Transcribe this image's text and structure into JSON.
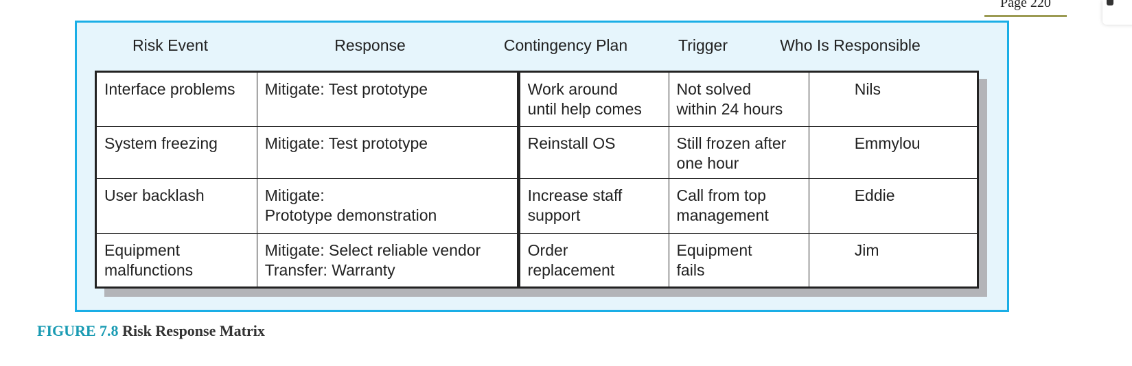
{
  "page": {
    "label": "Page 220"
  },
  "figure": {
    "number": "FIGURE 7.8",
    "title": "Risk Response Matrix",
    "accent_color": "#1aaee6",
    "panel_color": "#e6f5fc",
    "caption_number_color": "#1a9bb3"
  },
  "table": {
    "headers": [
      "Risk Event",
      "Response",
      "Contingency Plan",
      "Trigger",
      "Who Is Responsible"
    ],
    "rows": [
      [
        "Interface problems",
        "Mitigate: Test prototype",
        "Work around\nuntil help comes",
        "Not solved\nwithin 24 hours",
        "Nils"
      ],
      [
        "System freezing",
        "Mitigate: Test prototype",
        "Reinstall OS",
        "Still frozen after\none hour",
        "Emmylou"
      ],
      [
        "User backlash",
        "Mitigate:\nPrototype demonstration",
        "Increase staff\nsupport",
        "Call from top\nmanagement",
        "Eddie"
      ],
      [
        "Equipment\nmalfunctions",
        "Mitigate: Select reliable vendor\nTransfer: Warranty",
        "Order\nreplacement",
        "Equipment\nfails",
        "Jim"
      ]
    ]
  }
}
